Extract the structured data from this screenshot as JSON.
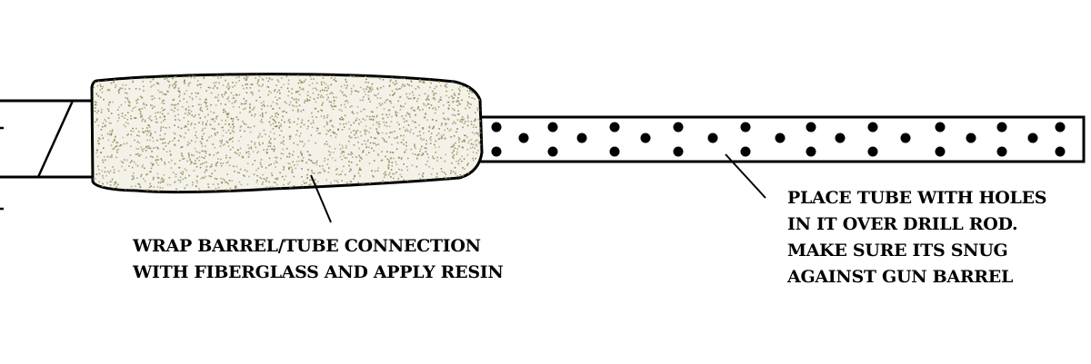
{
  "colors": {
    "background": "#ffffff",
    "stroke": "#000000",
    "fiberglass_fill": "#f4f2e8",
    "fiberglass_speckle": "#8c8756",
    "hole": "#000000"
  },
  "labels": {
    "wrap_note": {
      "lines": [
        "WRAP BARREL/TUBE CONNECTION",
        "WITH FIBERGLASS AND APPLY RESIN"
      ]
    },
    "tube_note": {
      "lines": [
        "PLACE TUBE WITH HOLES",
        "IN IT OVER DRILL ROD.",
        "MAKE SURE ITS SNUG",
        "AGAINST GUN BARREL"
      ]
    }
  }
}
